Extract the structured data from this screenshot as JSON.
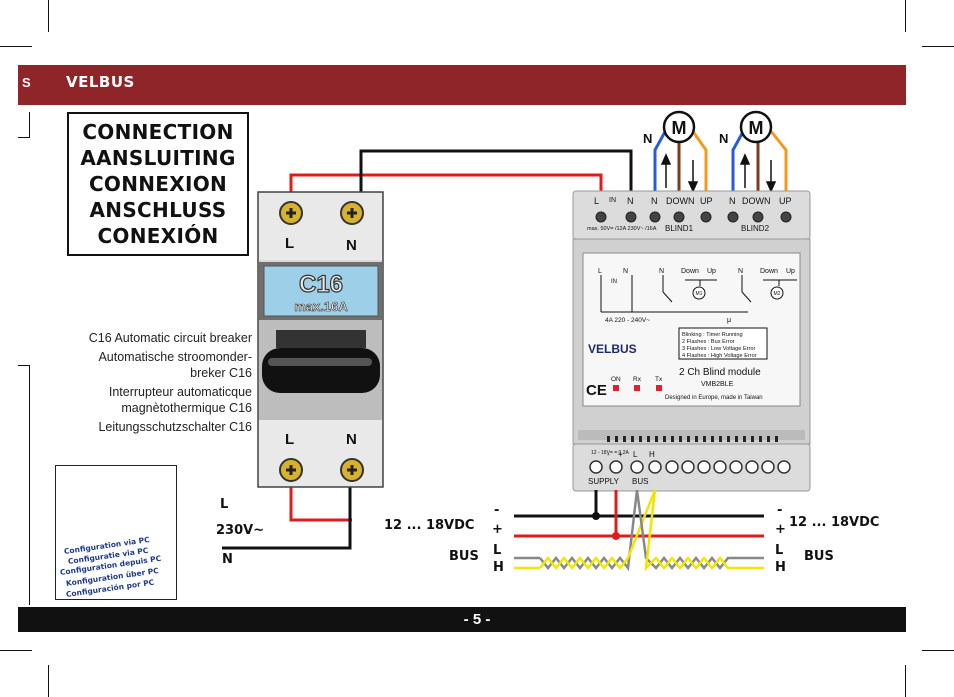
{
  "header": {
    "cut_label": "S",
    "logo": "VELBUS"
  },
  "connection_titles": [
    "CONNECTION",
    "AANSLUITING",
    "CONNEXION",
    "ANSCHLUSS",
    "CONEXIÓN"
  ],
  "breaker": {
    "top_L": "L",
    "top_N": "N",
    "rating": "C16",
    "rating_sub": "max.16A",
    "bottom_L": "L",
    "bottom_N": "N",
    "labels": [
      "C16 Automatic circuit breaker",
      "Automatische stroomonder-breker C16",
      "Interrupteur automaticque magnètothermique C16",
      "Leitungsschutzschalter C16"
    ]
  },
  "mains": {
    "L": "L",
    "voltage": "230V~",
    "N": "N"
  },
  "motors": {
    "m1_label": "M",
    "m2_label": "M",
    "n1": "N",
    "n2": "N"
  },
  "module": {
    "top_terminals": [
      "L",
      "IN",
      "N",
      "N",
      "DOWN",
      "UP",
      "N",
      "DOWN",
      "UP"
    ],
    "rating_small": "max. 50V= /12A 230V~ /16A",
    "blind1": "BLIND1",
    "blind2": "BLIND2",
    "schema_labels": [
      "L",
      "N",
      "IN",
      "N",
      "Down",
      "Up",
      "N",
      "Down",
      "Up",
      "M1",
      "M2"
    ],
    "mains_rating": "4A 220 - 240V~",
    "mu": "μ",
    "info_lines": [
      "Blinking   : Timer Running",
      "2 Flashes : Bus Error",
      "3 Flashes : Low Voltage Error",
      "4 Flashes : High Voltage Error"
    ],
    "logo": "VELBUS",
    "leds": [
      "ON",
      "Rx",
      "Tx"
    ],
    "name": "2 Ch Blind module",
    "model": "VMB2BLE",
    "ce": "CE",
    "designed": "Designed in Europe, made in Taiwan",
    "supply_small": "12 - 18V= = 0.2A",
    "supply_terms": [
      "-",
      "+",
      "L",
      "H"
    ],
    "supply_label": "SUPPLY",
    "bus_label": "BUS"
  },
  "bus_wiring": {
    "left_voltage": "12 ... 18VDC",
    "left_minus": "-",
    "left_plus": "+",
    "left_bus": "BUS",
    "left_L": "L",
    "left_H": "H",
    "right_voltage": "12 ... 18VDC",
    "right_minus": "-",
    "right_plus": "+",
    "right_bus": "BUS",
    "right_L": "L",
    "right_H": "H"
  },
  "config": {
    "lines": [
      "Configuration via PC",
      "Configuratie via PC",
      "Configuration depuis PC",
      "Konfiguration über PC",
      "Configuración por PC"
    ]
  },
  "footer": {
    "page": "- 5 -"
  },
  "colors": {
    "header": "#8f2528",
    "footer": "#111111",
    "wire_red": "#e01b1b",
    "wire_black": "#111111",
    "wire_blue": "#2a5bd7",
    "wire_orange": "#f39a1c",
    "wire_brown": "#7a3e1e",
    "wire_yellow": "#f2e600",
    "wire_grey": "#888888"
  }
}
